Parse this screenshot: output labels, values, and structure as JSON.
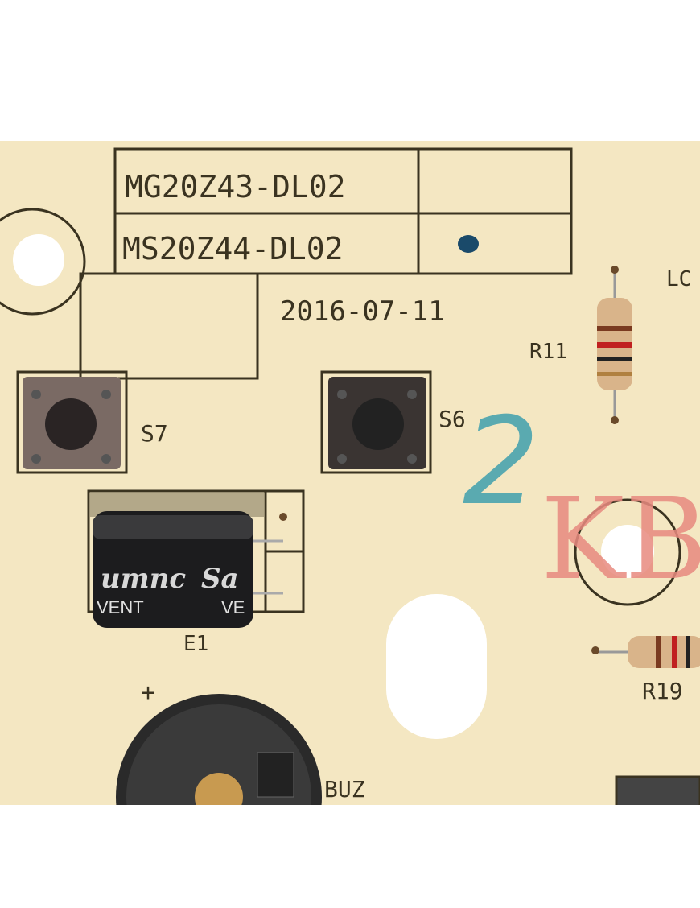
{
  "board": {
    "model_top": "MG20Z43-DL02",
    "model_bottom": "MS20Z44-DL02",
    "date": "2016-07-11",
    "labels": {
      "r11": "R11",
      "lc": "LC",
      "s7": "S7",
      "s6": "S6",
      "e1": "E1",
      "r19": "R19",
      "buz": "BUZ",
      "plus": "+"
    },
    "capacitor": {
      "brand_left": "umnc",
      "brand_right": "Sa",
      "vent_left": "VENT",
      "vent_right": "VE"
    },
    "handwriting": {
      "number": "2",
      "initials": "KB"
    }
  },
  "colors": {
    "board": "#f4e7c2",
    "silkscreen": "#3a3320",
    "ink_blue": "#5aaab0",
    "ink_red": "#e88a80",
    "dot_blue": "#1a4a6a"
  }
}
